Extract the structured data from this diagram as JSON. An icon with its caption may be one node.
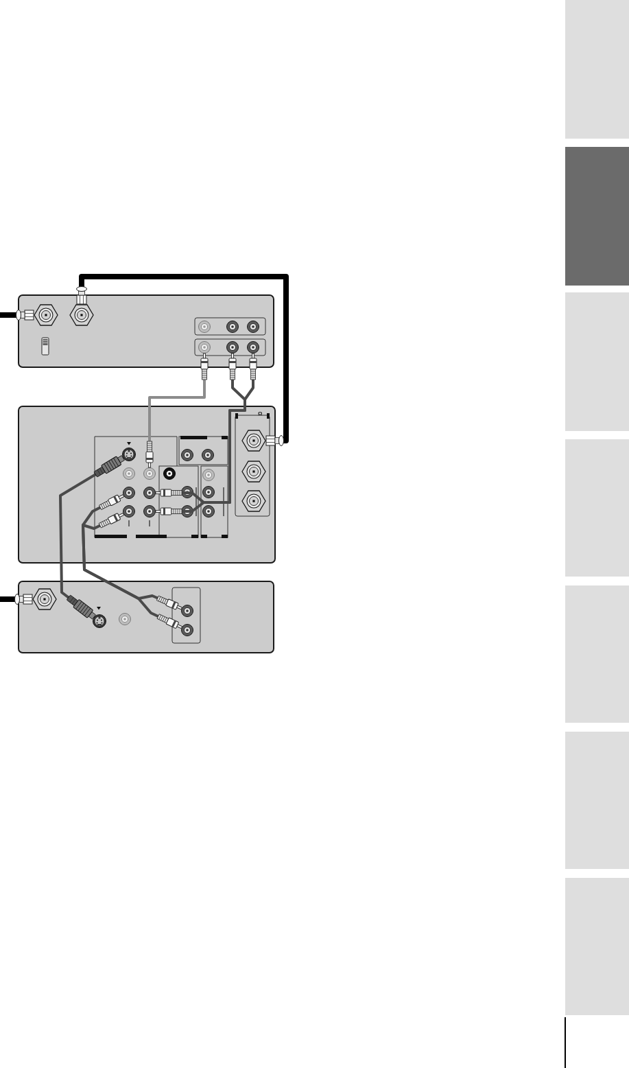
{
  "diagram": {
    "nodes": [
      {
        "text": [],
        "shape": "box"
      },
      {
        "text": [],
        "shape": "hexagon",
        "in": 0
      },
      {
        "text": [],
        "shape": "hexagon",
        "in": 0
      },
      {
        "text": [],
        "shape": "circle",
        "in": 0
      },
      {
        "text": [],
        "shape": "circle",
        "in": 0
      },
      {
        "text": [],
        "shape": "circle",
        "in": 0
      },
      {
        "text": [],
        "shape": "box"
      },
      {
        "text": [],
        "shape": "hexagon",
        "in": 6
      },
      {
        "text": [],
        "shape": "circle",
        "in": 6
      },
      {
        "text": [],
        "shape": "circle",
        "in": 6
      },
      {
        "text": [],
        "shape": "circle",
        "in": 6
      },
      {
        "text": [],
        "shape": "circle",
        "in": 6
      },
      {
        "text": [],
        "shape": "circle",
        "in": 6
      },
      {
        "text": [],
        "shape": "circle",
        "in": 6
      },
      {
        "text": [],
        "shape": "box"
      },
      {
        "text": [],
        "shape": "hexagon",
        "in": 14
      },
      {
        "text": [],
        "shape": "circle",
        "in": 14
      },
      {
        "text": [],
        "shape": "circle",
        "in": 14
      },
      {
        "text": [],
        "shape": "circle",
        "in": 14
      }
    ],
    "edges": [
      {
        "from": null,
        "to": 1,
        "arrow": "other",
        "style": "thick",
        "color": "#000000"
      },
      {
        "from": 2,
        "to": 7,
        "arrow": "other",
        "style": "thick",
        "color": "#000000"
      },
      {
        "from": 3,
        "to": 9,
        "arrow": "other",
        "color": "#8c8c8c"
      },
      {
        "from": 4,
        "to": 11,
        "arrow": "other"
      },
      {
        "from": 5,
        "to": 13,
        "arrow": "other"
      },
      {
        "from": 16,
        "to": 8,
        "arrow": "other"
      },
      {
        "from": 17,
        "to": 10,
        "arrow": "other"
      },
      {
        "from": 18,
        "to": 12,
        "arrow": "other"
      },
      {
        "from": null,
        "to": 15,
        "arrow": "other",
        "style": "thick",
        "color": "#000000"
      }
    ],
    "labels": [
      "Ω"
    ]
  }
}
